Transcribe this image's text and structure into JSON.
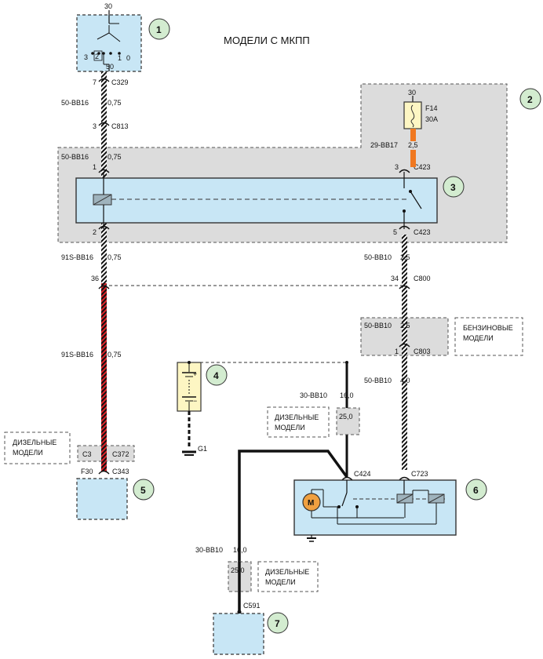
{
  "title": "МОДЕЛИ С МКПП",
  "colors": {
    "panel_gray": "#dcdcdc",
    "component_blue": "#c8e6f5",
    "callout_green": "#d3ecd0",
    "fuse_yellow": "#fdf6c3",
    "wire_red": "#e0252b",
    "wire_orange": "#f07820",
    "wire_black": "#111111"
  },
  "callouts": [
    "1",
    "2",
    "3",
    "4",
    "5",
    "6",
    "7"
  ],
  "ignition": {
    "top": "30",
    "positions": [
      "3",
      "2",
      "1",
      "0"
    ],
    "bottom": "50",
    "pin": "7",
    "connector": "C329"
  },
  "wires": {
    "w1_code": "50-BB16",
    "w1_size": "0,75",
    "w2_code": "50-BB16",
    "w2_size": "0,75",
    "w3_code": "91S-BB16",
    "w3_size": "0,75",
    "w4_code": "91S-BB16",
    "w4_size": "0,75",
    "w5_code": "29-BB17",
    "w5_size": "2,5",
    "w6_code": "50-BB10",
    "w6_size": "2,5",
    "w7_code": "50-BB10",
    "w7_size": "2,5",
    "w8_code": "50-BB10",
    "w8_size": "4,0",
    "w9_code": "30-BB10",
    "w9_size": "16,0",
    "w9_alt": "25,0",
    "w10_code": "30-BB10",
    "w10_size": "16,0",
    "w10_alt": "25,0"
  },
  "connectors": {
    "c813_pin": "3",
    "c813": "C813",
    "relay_pin1": "1",
    "relay_pin2": "2",
    "relay_pin3": "3",
    "relay_pin5": "5",
    "c423_top": "C423",
    "c423_bottom": "C423",
    "c800_left_pin": "36",
    "c800_right_pin": "34",
    "c800": "C800",
    "c803_pin": "1",
    "c803": "C803",
    "c3": "C3",
    "c372": "C372",
    "f30": "F30",
    "c343": "C343",
    "c424": "C424",
    "c723": "C723",
    "c591": "C591",
    "g1": "G1"
  },
  "fuse": {
    "supply": "30",
    "name": "F14",
    "rating": "30A"
  },
  "battery": {
    "plus": "+",
    "minus": "−"
  },
  "starter": {
    "motor_label": "M"
  },
  "notes": {
    "petrol_line1": "БЕНЗИНОВЫЕ",
    "petrol_line2": "МОДЕЛИ",
    "diesel1_line1": "ДИЗЕЛЬНЫЕ",
    "diesel1_line2": "МОДЕЛИ",
    "diesel2_line1": "ДИЗЕЛЬНЫЕ",
    "diesel2_line2": "МОДЕЛИ",
    "diesel3_line1": "ДИЗЕЛЬНЫЕ",
    "diesel3_line2": "МОДЕЛИ"
  }
}
